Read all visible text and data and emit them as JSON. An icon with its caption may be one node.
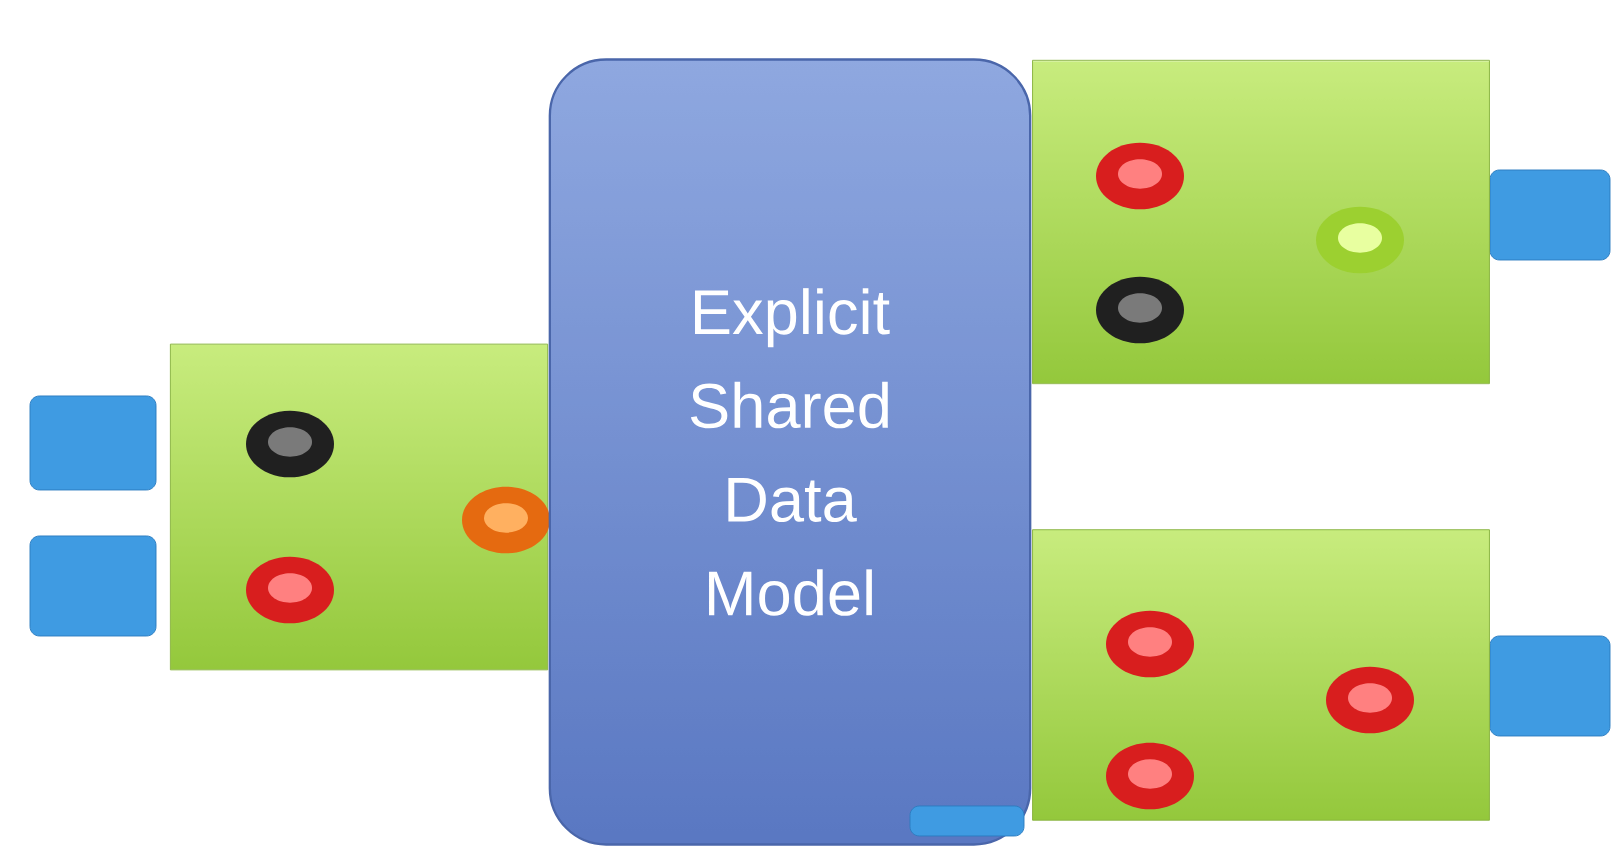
{
  "diagram": {
    "nodes": [
      {
        "text": [
          "Explicit Shared Data Model"
        ]
      },
      {
        "text": [],
        "shape": "box"
      },
      {
        "text": [],
        "shape": "box"
      },
      {
        "text": [],
        "shape": "box"
      }
    ]
  }
}
